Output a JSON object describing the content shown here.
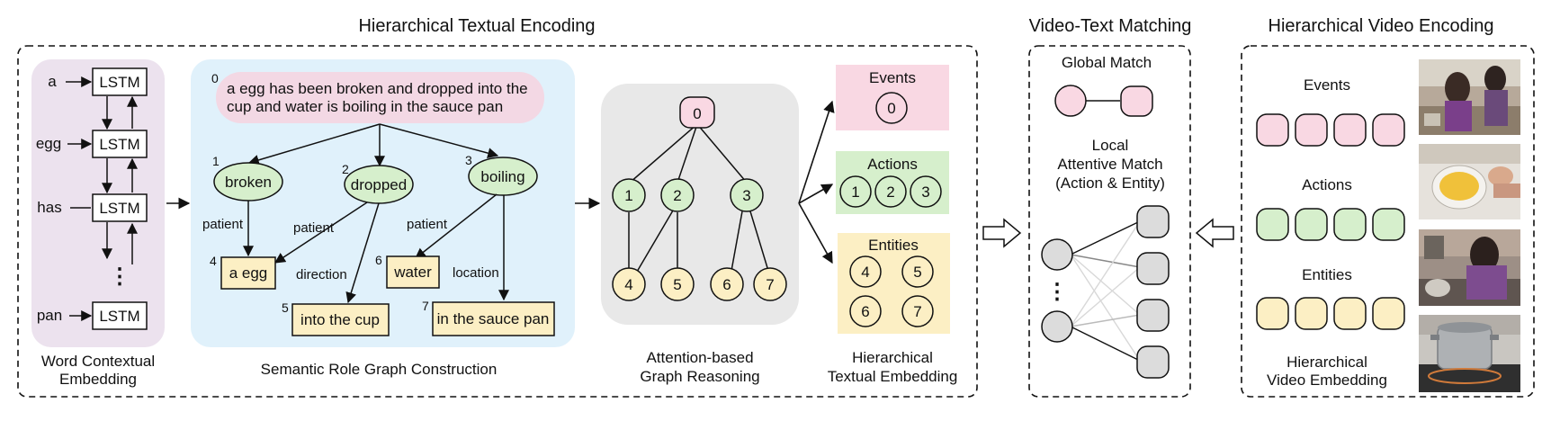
{
  "sections": {
    "textual_encoding": "Hierarchical Textual Encoding",
    "video_text_matching": "Video-Text Matching",
    "video_encoding": "Hierarchical Video Encoding"
  },
  "word_embedding": {
    "words": [
      "a",
      "egg",
      "has",
      "pan"
    ],
    "cell_label": "LSTM",
    "caption_line1": "Word Contextual",
    "caption_line2": "Embedding",
    "ellipsis": "⋮"
  },
  "semantic_graph": {
    "sentence_index": "0",
    "sentence_line1": "a egg has been broken and dropped into the",
    "sentence_line2": "cup and water is boiling in the sauce pan",
    "verbs": [
      {
        "index": "1",
        "label": "broken"
      },
      {
        "index": "2",
        "label": "dropped"
      },
      {
        "index": "3",
        "label": "boiling"
      }
    ],
    "entities": [
      {
        "index": "4",
        "label": "a egg"
      },
      {
        "index": "5",
        "label": "into the cup"
      },
      {
        "index": "6",
        "label": "water"
      },
      {
        "index": "7",
        "label": "in the sauce pan"
      }
    ],
    "roles": [
      "patient",
      "patient",
      "direction",
      "patient",
      "location"
    ],
    "caption": "Semantic Role Graph Construction"
  },
  "graph_reasoning": {
    "nodes": [
      "0",
      "1",
      "2",
      "3",
      "4",
      "5",
      "6",
      "7"
    ],
    "caption_line1": "Attention-based",
    "caption_line2": "Graph Reasoning"
  },
  "textual_embedding": {
    "events_label": "Events",
    "events_nodes": [
      "0"
    ],
    "actions_label": "Actions",
    "actions_nodes": [
      "1",
      "2",
      "3"
    ],
    "entities_label": "Entities",
    "entities_nodes": [
      "4",
      "5",
      "6",
      "7"
    ],
    "caption_line1": "Hierarchical",
    "caption_line2": "Textual Embedding"
  },
  "matching": {
    "global_label": "Global Match",
    "local_line1": "Local",
    "local_line2": "Attentive Match",
    "local_line3": "(Action & Entity)"
  },
  "video_embedding": {
    "events_label": "Events",
    "actions_label": "Actions",
    "entities_label": "Entities",
    "caption_line1": "Hierarchical",
    "caption_line2": "Video Embedding"
  },
  "colors": {
    "event_pink": "#f9d8e3",
    "action_green": "#d6efcc",
    "entity_yellow": "#fcefc4",
    "graph_blue": "#e0f1fb",
    "lstm_purple": "#ece2ee",
    "reasoning_gray": "#e8e8e8",
    "match_gray": "#dcdcdc"
  }
}
